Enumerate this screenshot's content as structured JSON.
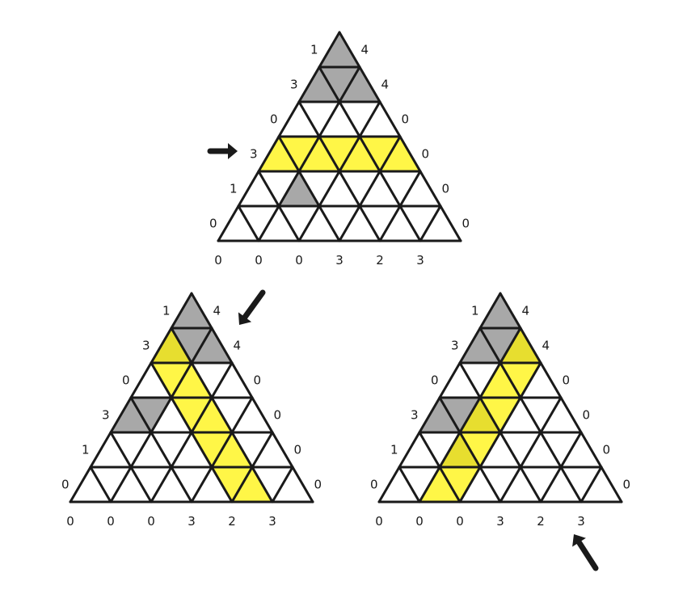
{
  "colors": {
    "grid": "#1a1a1a",
    "shaded": "#a8a8a8",
    "highlight": "#fff200",
    "highlight_stroke": "#c8b400",
    "arrow": "#1a1a1a"
  },
  "icons": {
    "arrow": "arrow-icon"
  },
  "puzzles": [
    {
      "name": "top",
      "left_clues": [
        "1",
        "3",
        "0",
        "3",
        "1",
        "0"
      ],
      "right_clues": [
        "4",
        "4",
        "0",
        "0",
        "0",
        "0"
      ],
      "bottom_clues": [
        "0",
        "0",
        "0",
        "3",
        "2",
        "3"
      ],
      "shaded": [
        [
          0,
          0
        ],
        [
          1,
          0
        ],
        [
          1,
          1
        ],
        [
          1,
          2
        ],
        [
          4,
          2
        ]
      ],
      "highlight": {
        "direction": "horizontal",
        "row": 3
      },
      "arrow": "left-of-row-4"
    },
    {
      "name": "bottom-left",
      "left_clues": [
        "1",
        "3",
        "0",
        "3",
        "1",
        "0"
      ],
      "right_clues": [
        "4",
        "4",
        "0",
        "0",
        "0",
        "0"
      ],
      "bottom_clues": [
        "0",
        "0",
        "0",
        "3",
        "2",
        "3"
      ],
      "shaded": [
        [
          0,
          0
        ],
        [
          1,
          0
        ],
        [
          1,
          1
        ],
        [
          1,
          2
        ],
        [
          3,
          0
        ],
        [
          3,
          1
        ]
      ],
      "highlight": {
        "direction": "right-diagonal",
        "index": 1
      },
      "arrow": "right-of-row-2"
    },
    {
      "name": "bottom-right",
      "left_clues": [
        "1",
        "3",
        "0",
        "3",
        "1",
        "0"
      ],
      "right_clues": [
        "4",
        "4",
        "0",
        "0",
        "0",
        "0"
      ],
      "bottom_clues": [
        "0",
        "0",
        "0",
        "3",
        "2",
        "3"
      ],
      "shaded": [
        [
          0,
          0
        ],
        [
          1,
          0
        ],
        [
          1,
          1
        ],
        [
          1,
          2
        ],
        [
          3,
          0
        ],
        [
          3,
          1
        ],
        [
          3,
          2
        ],
        [
          4,
          2
        ]
      ],
      "highlight": {
        "direction": "left-diagonal",
        "index": 1
      },
      "arrow": "below-bottom-column-5"
    }
  ]
}
